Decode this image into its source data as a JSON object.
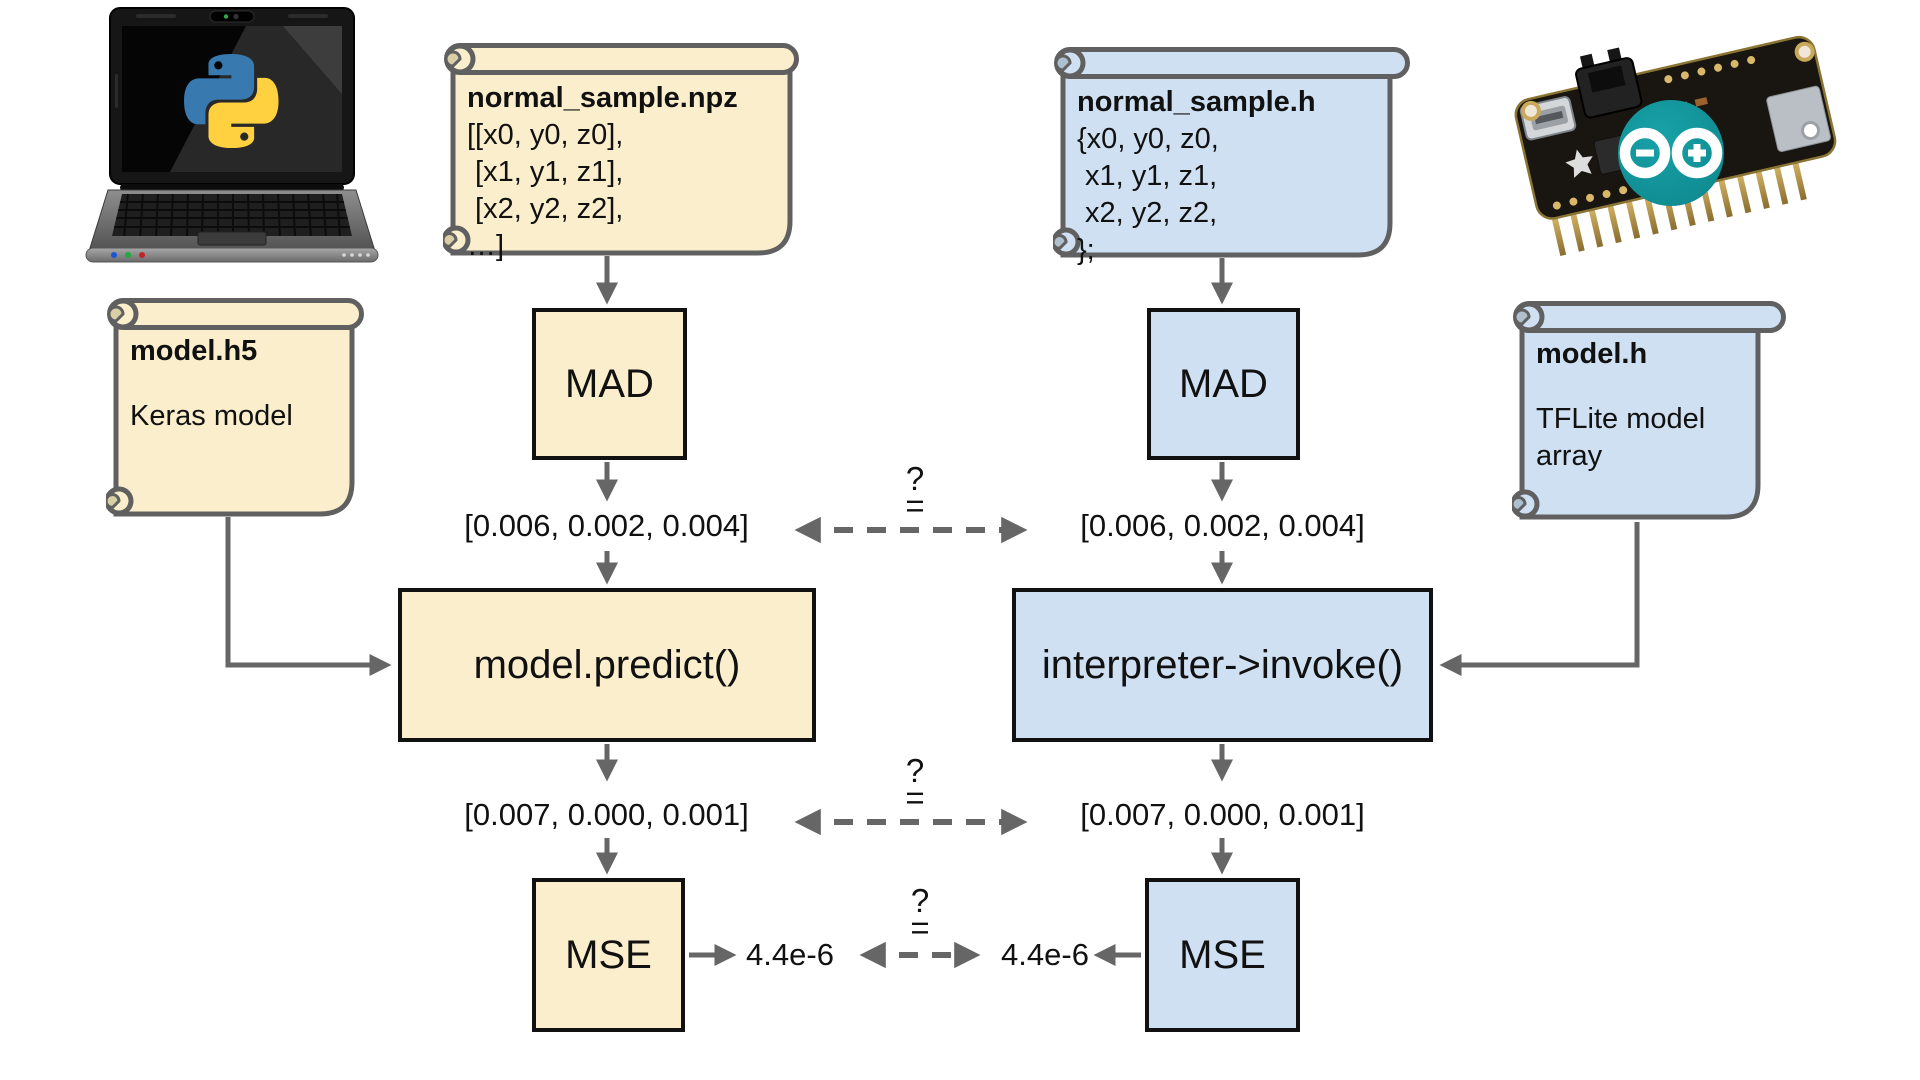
{
  "colors": {
    "left_fill": "#FAEECC",
    "right_fill": "#CEE0F2",
    "scroll_border": "#606060",
    "box_border": "#111111",
    "arrow_gray": "#666666",
    "python_blue": "#3879B0",
    "python_yellow": "#FFD040",
    "arduino_teal": "#11969C"
  },
  "left": {
    "platform_image": "python-laptop",
    "sample_scroll": {
      "title": "normal_sample.npz",
      "lines": [
        "[[x0, y0, z0],",
        " [x1, y1, z1],",
        " [x2, y2, z2],",
        "…]"
      ]
    },
    "model_scroll": {
      "title": "model.h5",
      "lines": [
        "Keras model"
      ]
    },
    "mad_label": "MAD",
    "mad_output": "[0.006, 0.002, 0.004]",
    "inference_label": "model.predict()",
    "inference_output": "[0.007, 0.000, 0.001]",
    "mse_label": "MSE",
    "mse_output": "4.4e-6"
  },
  "right": {
    "platform_image": "arduino-feather-board",
    "sample_scroll": {
      "title": "normal_sample.h",
      "lines": [
        "{x0, y0, z0,",
        " x1, y1, z1,",
        " x2, y2, z2,",
        "};"
      ]
    },
    "model_scroll": {
      "title": "model.h",
      "lines": [
        "TFLite model",
        "array"
      ]
    },
    "mad_label": "MAD",
    "mad_output": "[0.006, 0.002, 0.004]",
    "inference_label": "interpreter->invoke()",
    "inference_output": "[0.007, 0.000, 0.001]",
    "mse_label": "MSE",
    "mse_output": "4.4e-6"
  },
  "comparisons": {
    "mad": {
      "question": "?",
      "equals": "="
    },
    "inference": {
      "question": "?",
      "equals": "="
    },
    "mse": {
      "question": "?",
      "equals": "="
    }
  }
}
